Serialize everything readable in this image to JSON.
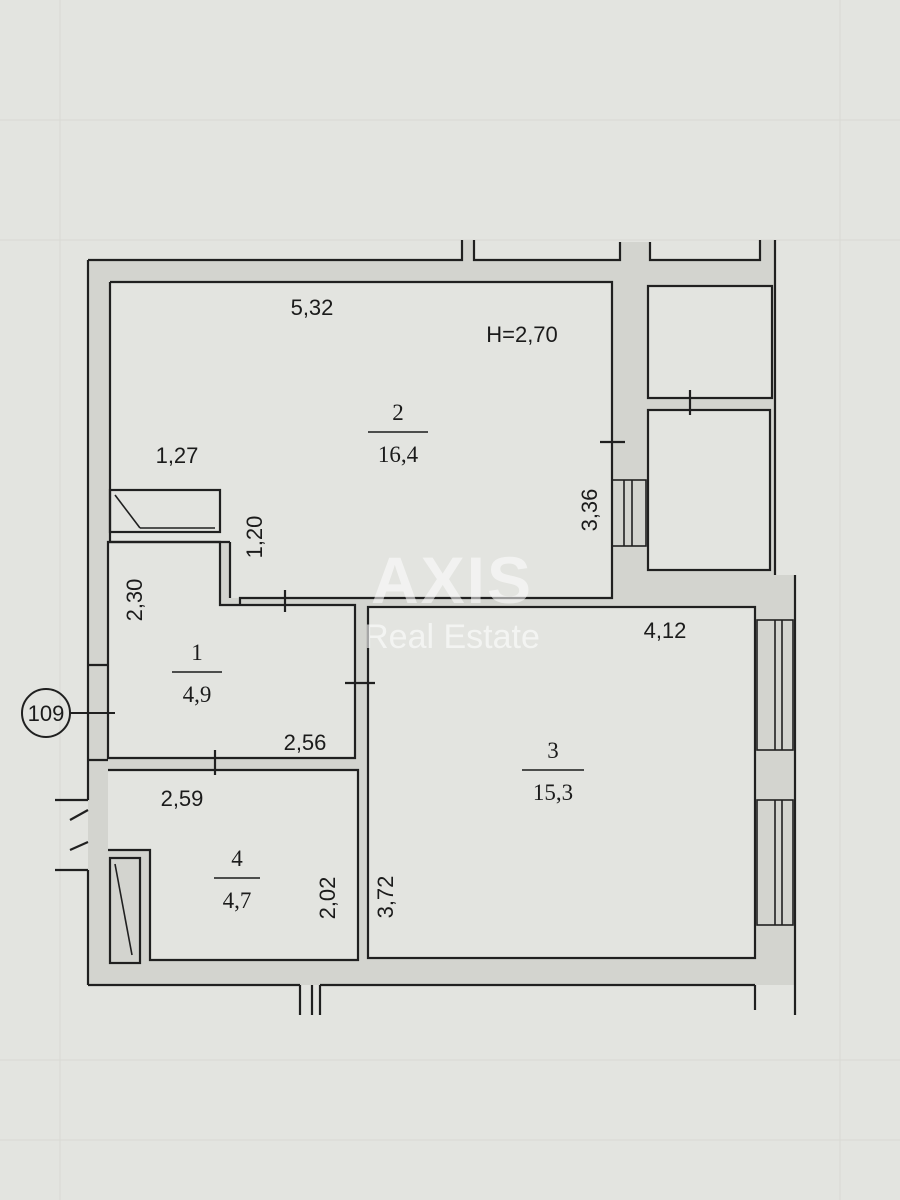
{
  "plan": {
    "ceiling_height": "H=2,70",
    "marker": "109",
    "watermark": {
      "brand": "AXIS",
      "sub": "Real Estate"
    },
    "rooms": [
      {
        "number": "1",
        "area": "4,9"
      },
      {
        "number": "2",
        "area": "16,4"
      },
      {
        "number": "3",
        "area": "15,3"
      },
      {
        "number": "4",
        "area": "4,7"
      }
    ],
    "dimensions": {
      "room2_width": "5,32",
      "room2_depth": "3,36",
      "closet_width": "1,27",
      "closet_depth": "1,20",
      "room1_height": "2,30",
      "room1_width": "2,56",
      "room4_width": "2,59",
      "room4_height": "2,02",
      "room3_width": "4,12",
      "room3_depth": "3,72"
    }
  }
}
